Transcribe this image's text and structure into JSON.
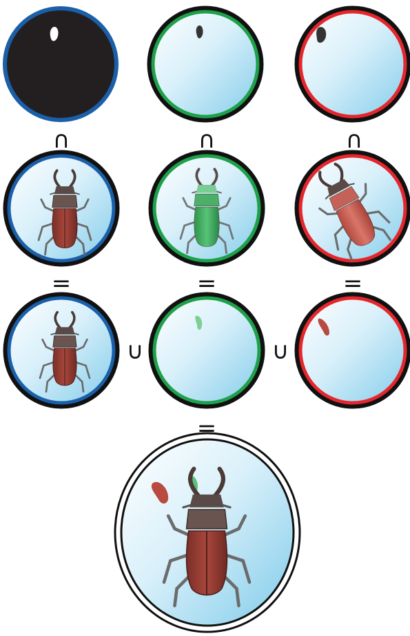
{
  "symbols": {
    "intersection": "∩",
    "union": "∪",
    "equals": "="
  },
  "colors": {
    "blue_ring": "#1b5fa8",
    "green_ring": "#1fa04a",
    "red_ring": "#e5272d",
    "black_ring": "#111111",
    "mask_black": "#231f20",
    "sky_light": "#ffffff",
    "sky_dark": "#86cdec",
    "beetle_brown": "#8e3a30",
    "beetle_green": "#2f9e4a",
    "beetle_red": "#c4574c",
    "mask_white_blob": "#ffffff",
    "mask_dark_blob": "#333333"
  },
  "rows": [
    {
      "name": "masks",
      "cells": [
        {
          "ring": "blue",
          "fill": "black",
          "content": "white-blob"
        },
        {
          "ring": "green",
          "fill": "sky",
          "content": "dark-blob"
        },
        {
          "ring": "red",
          "fill": "sky",
          "content": "dark-blob"
        }
      ]
    },
    {
      "name": "full-beetles",
      "cells": [
        {
          "ring": "blue",
          "fill": "sky",
          "content": "brown-beetle"
        },
        {
          "ring": "green",
          "fill": "sky",
          "content": "green-beetle"
        },
        {
          "ring": "red",
          "fill": "sky",
          "content": "red-beetle-rotated"
        }
      ]
    },
    {
      "name": "masked-parts",
      "cells": [
        {
          "ring": "blue",
          "fill": "sky",
          "content": "brown-beetle-partial"
        },
        {
          "ring": "green",
          "fill": "sky",
          "content": "green-fragment"
        },
        {
          "ring": "red",
          "fill": "sky",
          "content": "red-fragment"
        }
      ]
    }
  ],
  "result": {
    "ring": "black-double",
    "fill": "sky",
    "content": "composite-beetle"
  }
}
